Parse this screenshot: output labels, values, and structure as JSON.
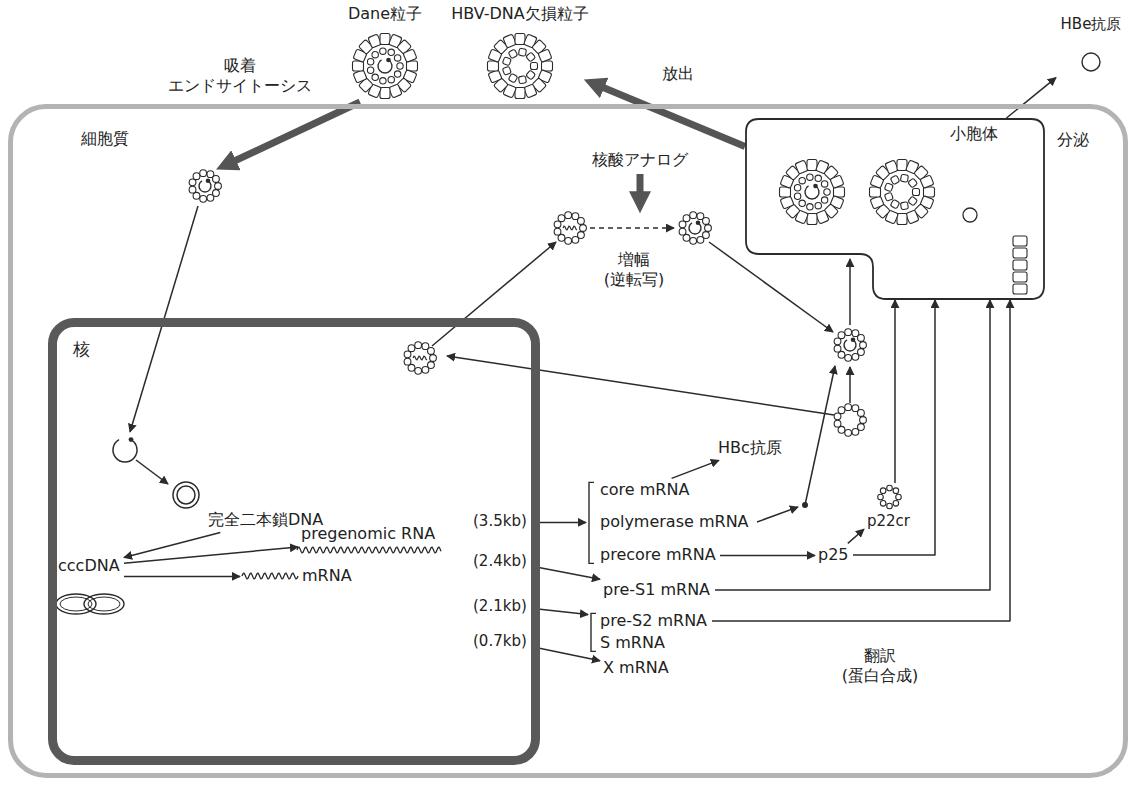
{
  "diagram": {
    "nodes": [
      {
        "text": [
          "細胞質"
        ]
      },
      {
        "text": [
          "核"
        ],
        "in": 0
      },
      {
        "text": [
          "小胞体"
        ],
        "in": 0
      },
      {
        "text": [
          "Dane粒子"
        ]
      },
      {
        "text": [
          "HBV-DNA欠損粒子"
        ]
      },
      {
        "text": [
          "HBe抗原"
        ]
      },
      {
        "text": [
          "完全二本鎖DNA"
        ],
        "in": 1
      },
      {
        "text": [
          "cccDNA"
        ],
        "in": 1
      },
      {
        "text": [
          "pregenomic RNA"
        ],
        "in": 1
      },
      {
        "text": [
          "mRNA"
        ],
        "in": 1
      },
      {
        "text": [
          "(3.5kb)"
        ],
        "in": 1
      },
      {
        "text": [
          "(2.4kb)"
        ],
        "in": 1
      },
      {
        "text": [
          "(2.1kb)"
        ],
        "in": 1
      },
      {
        "text": [
          "(0.7kb)"
        ],
        "in": 1
      },
      {
        "text": [
          "core mRNA"
        ],
        "in": 0
      },
      {
        "text": [
          "polymerase mRNA"
        ],
        "in": 0
      },
      {
        "text": [
          "precore mRNA"
        ],
        "in": 0
      },
      {
        "text": [
          "p25"
        ],
        "in": 0
      },
      {
        "text": [
          "pre-S1 mRNA"
        ],
        "in": 0
      },
      {
        "text": [
          "pre-S2 mRNA"
        ],
        "in": 0
      },
      {
        "text": [
          "S mRNA"
        ],
        "in": 0
      },
      {
        "text": [
          "X mRNA"
        ],
        "in": 0
      },
      {
        "text": [
          "HBc抗原"
        ],
        "in": 0
      },
      {
        "text": [
          "p22cr"
        ],
        "in": 0
      }
    ],
    "edges": [
      {
        "from": 6,
        "to": 7,
        "arrow": "to"
      },
      {
        "from": 7,
        "to": 8,
        "arrow": "to"
      },
      {
        "from": 7,
        "to": 9,
        "arrow": "to"
      },
      {
        "from": 10,
        "to": 15,
        "arrow": "to"
      },
      {
        "from": 11,
        "to": 18,
        "arrow": "to"
      },
      {
        "from": 12,
        "to": 19,
        "arrow": "to"
      },
      {
        "from": 13,
        "to": 21,
        "arrow": "to"
      },
      {
        "from": 14,
        "to": 22,
        "arrow": "to"
      },
      {
        "from": 16,
        "to": 17,
        "arrow": "to"
      },
      {
        "from": 17,
        "to": 23,
        "arrow": "to"
      },
      {
        "from": 17,
        "to": 2,
        "arrow": "to"
      },
      {
        "from": 23,
        "to": 2,
        "arrow": "to"
      },
      {
        "from": 18,
        "to": 2,
        "arrow": "to"
      },
      {
        "from": 19,
        "to": 2,
        "arrow": "to"
      },
      {
        "from": 2,
        "to": 5,
        "label": "分泌",
        "arrow": "to"
      },
      {
        "from": 2,
        "to": 4,
        "label": "放出",
        "arrow": "to"
      }
    ],
    "labels": [
      "吸着 エンドサイトーシス",
      "核酸アナログ",
      "増幅 (逆転写)",
      "翻訳 (蛋白合成)"
    ]
  }
}
